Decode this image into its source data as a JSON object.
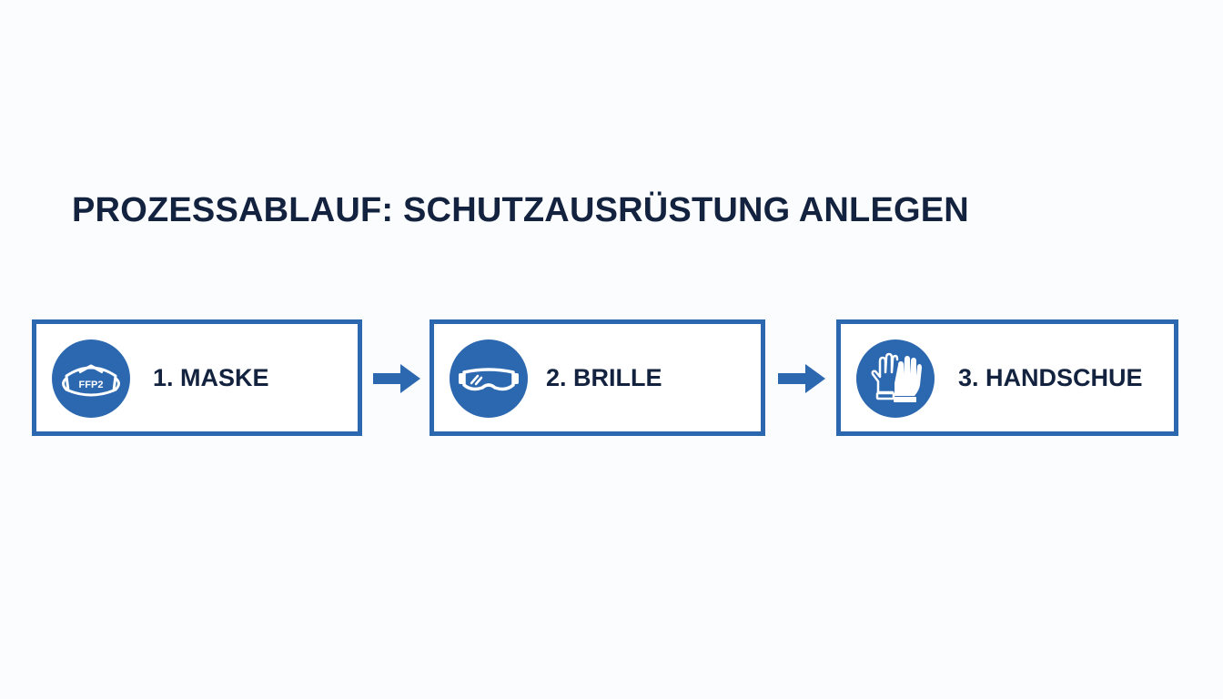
{
  "title": "PROZESSABLAUF: SCHUTZAUSRÜSTUNG ANLEGEN",
  "colors": {
    "accent": "#2c68b0",
    "text": "#13233f",
    "background": "#fbfcfd"
  },
  "steps": [
    {
      "label": "1. MASKE",
      "icon": "ffp2-mask-icon",
      "icon_text": "FFP2"
    },
    {
      "label": "2. BRILLE",
      "icon": "safety-goggles-icon"
    },
    {
      "label": "3. HANDSCHUE",
      "icon": "gloves-icon"
    }
  ],
  "connectors": [
    {
      "icon": "arrow-right-icon"
    },
    {
      "icon": "arrow-right-icon"
    }
  ]
}
